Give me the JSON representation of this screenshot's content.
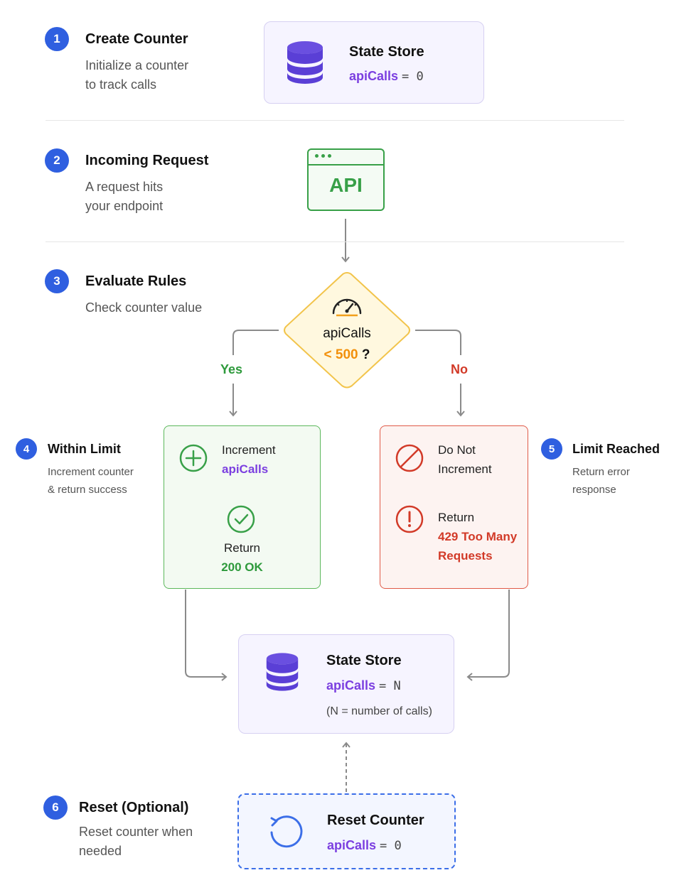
{
  "colors": {
    "badge": "#2f5fe0",
    "variable": "#7b3fe0",
    "api_green": "#38a048",
    "yes_green": "#2e9a3c",
    "no_red": "#d23a28",
    "decision_amber": "#f2c44b",
    "reset_blue": "#3b6ee8"
  },
  "steps": [
    {
      "number": "1",
      "title": "Create Counter",
      "desc_line1": "Initialize a counter",
      "desc_line2": "to track calls"
    },
    {
      "number": "2",
      "title": "Incoming Request",
      "desc_line1": "A request hits",
      "desc_line2": "your endpoint"
    },
    {
      "number": "3",
      "title": "Evaluate Rules",
      "desc_line1": "Check counter value"
    },
    {
      "number": "4",
      "title": "Within Limit",
      "desc_line1": "Increment counter",
      "desc_line2": "& return success"
    },
    {
      "number": "5",
      "title": "Limit Reached",
      "desc_line1": "Return error",
      "desc_line2": "response"
    },
    {
      "number": "6",
      "title": "Reset (Optional)",
      "desc_line1": "Reset counter when",
      "desc_line2": "needed"
    }
  ],
  "store_top": {
    "title": "State Store",
    "var": "apiCalls",
    "op": "= 0",
    "icon": "database-icon"
  },
  "api_box": {
    "label": "API",
    "icon": "browser-window-icon"
  },
  "decision": {
    "line1": "apiCalls",
    "cond": "< 500",
    "qmark": "?",
    "icon": "gauge-icon"
  },
  "branches": {
    "yes": "Yes",
    "no": "No"
  },
  "green_card": {
    "line1": "Increment",
    "var": "apiCalls",
    "return_label": "Return",
    "return_value": "200 OK",
    "icons": [
      "plus-circle-icon",
      "check-circle-icon"
    ]
  },
  "red_card": {
    "line1": "Do Not",
    "line2": "Increment",
    "return_label": "Return",
    "return_value_line1": "429 Too Many",
    "return_value_line2": "Requests",
    "icons": [
      "no-entry-icon",
      "exclamation-circle-icon"
    ]
  },
  "store_bottom": {
    "title": "State Store",
    "var": "apiCalls",
    "op": "= N",
    "note": "(N = number of calls)",
    "icon": "database-icon"
  },
  "reset_box": {
    "title": "Reset Counter",
    "var": "apiCalls",
    "op": "= 0",
    "icon": "refresh-icon"
  }
}
